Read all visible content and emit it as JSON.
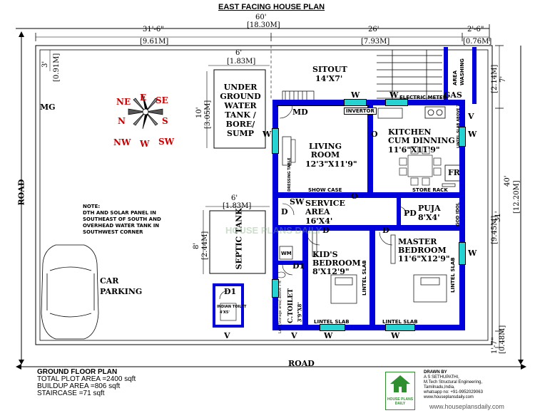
{
  "title": "EAST FACING HOUSE PLAN",
  "dims": {
    "overall_ft": "60'",
    "overall_m": "[18.30M]",
    "left_ft": "31'-6\"",
    "left_m": "[9.61M]",
    "mid_ft": "26'",
    "mid_m": "[7.93M]",
    "right_ft": "2'-6\"",
    "right_m": "[0.76M]",
    "top3_ft": "3'",
    "top3_m": "[0.91M]",
    "tank_w_ft": "6'",
    "tank_w_m": "[1.83M]",
    "tank_h_ft": "10'",
    "tank_h_m": "[3.05M]",
    "septic_w_ft": "6'",
    "septic_w_m": "[1.83M]",
    "septic_h_ft": "8'",
    "septic_h_m": "[2.44M]",
    "r7_ft": "7'",
    "r7_m": "[2.14M]",
    "r40_ft": "40'",
    "r40_m": "[12.20M]",
    "r31_ft": "31'",
    "r31_m": "[9.45M]",
    "r17_ft": "1'-7\"",
    "r17_m": "[0.48M]"
  },
  "rooms": {
    "sitout": "SITOUT",
    "sitout_size": "14'X7'",
    "living": "LIVING",
    "living2": "ROOM",
    "living_size": "12'3\"X11'9\"",
    "kitchen": "KITCHEN",
    "kitchen2": "CUM DINNING",
    "kitchen_size": "11'6\"X11'9\"",
    "service": "SERVICE",
    "service2": "AREA",
    "service_size": "16'X4'",
    "puja": "PUJA",
    "puja_size": "8'X4'",
    "kids": "KID'S",
    "kids2": "BEDROOM",
    "kids_size": "8'X12'9\"",
    "master": "MASTER",
    "master2": "BEDROOM",
    "master_size": "11'6\"X12'9\"",
    "ctoilet": "C.TOILET",
    "ctoilet_size": "3'9\"X8'",
    "loft": "Loft (Storage area) above 7'ft",
    "indian_toilet": "INDIAN TOILET",
    "indian_toilet_size": "4'X5'",
    "washing": "WASHING",
    "washing2": "AREA",
    "gas": "GAS",
    "electric": "ELECTRIC METER",
    "inverter": "INVERTOR",
    "show_case": "SHOW CASE",
    "store_rack": "STORE RACK",
    "god_idol": "GOD IDOL",
    "dressing": "DRESSING TABLE",
    "lintel_kitchen": "LINTEL SLAB ABOVE 7'",
    "lintel_slab": "LINTEL SLAB",
    "fr": "FR",
    "wm": "WM",
    "pd": "PD",
    "md": "MD",
    "sw": "SW"
  },
  "site": {
    "mg": "MG",
    "ugt_lines": [
      "UNDER",
      "GROUND",
      "WATER",
      "TANK /",
      "BORE/",
      "SUMP"
    ],
    "septic": "SEPTIC TANK",
    "car1": "CAR",
    "car2": "PARKING",
    "note_title": "NOTE:",
    "note_lines": [
      "DTH AND SOLAR PANEL IN",
      "SOUTHEAST OF SOUTH AND",
      "OVERHEAD WATER TANK IN",
      "SOUTHWEST CORNER"
    ],
    "road_bottom": "ROAD",
    "road_left": "ROAD",
    "watermark": "HOUSE PLANS DAILY"
  },
  "compass": {
    "n": "N",
    "e": "E",
    "s": "S",
    "w": "W",
    "ne": "NE",
    "se": "SE",
    "nw": "NW",
    "sw": "SW"
  },
  "marks": {
    "w": "W",
    "v": "V",
    "o": "O",
    "d": "D",
    "d1": "D1"
  },
  "footer": {
    "title": "GROUND FLOOR PLAN",
    "total": "TOTAL PLOT AREA =2400 sqft",
    "buildup": "BUILDUP AREA =806 sqft",
    "staircase": "STAIRCASE =71 sqft",
    "logo1": "HOUSE PLANS",
    "logo2": "DAILY",
    "drawn_by": "DRAWN BY",
    "name": "A S SETHUPATHI,",
    "degree": "M.Tech Structural Engineering,",
    "place": "Tamilnadu,India,",
    "whatsapp": "whatsapp no: +91-9952029063",
    "site": "www.houseplansdaily.com",
    "bottom_url": "www.houseplansdaily.com"
  },
  "colors": {
    "wall": "#0000dd",
    "window": "#27d2d2",
    "compass_red": "#cc0000",
    "logo_green": "#2f8f2f"
  }
}
